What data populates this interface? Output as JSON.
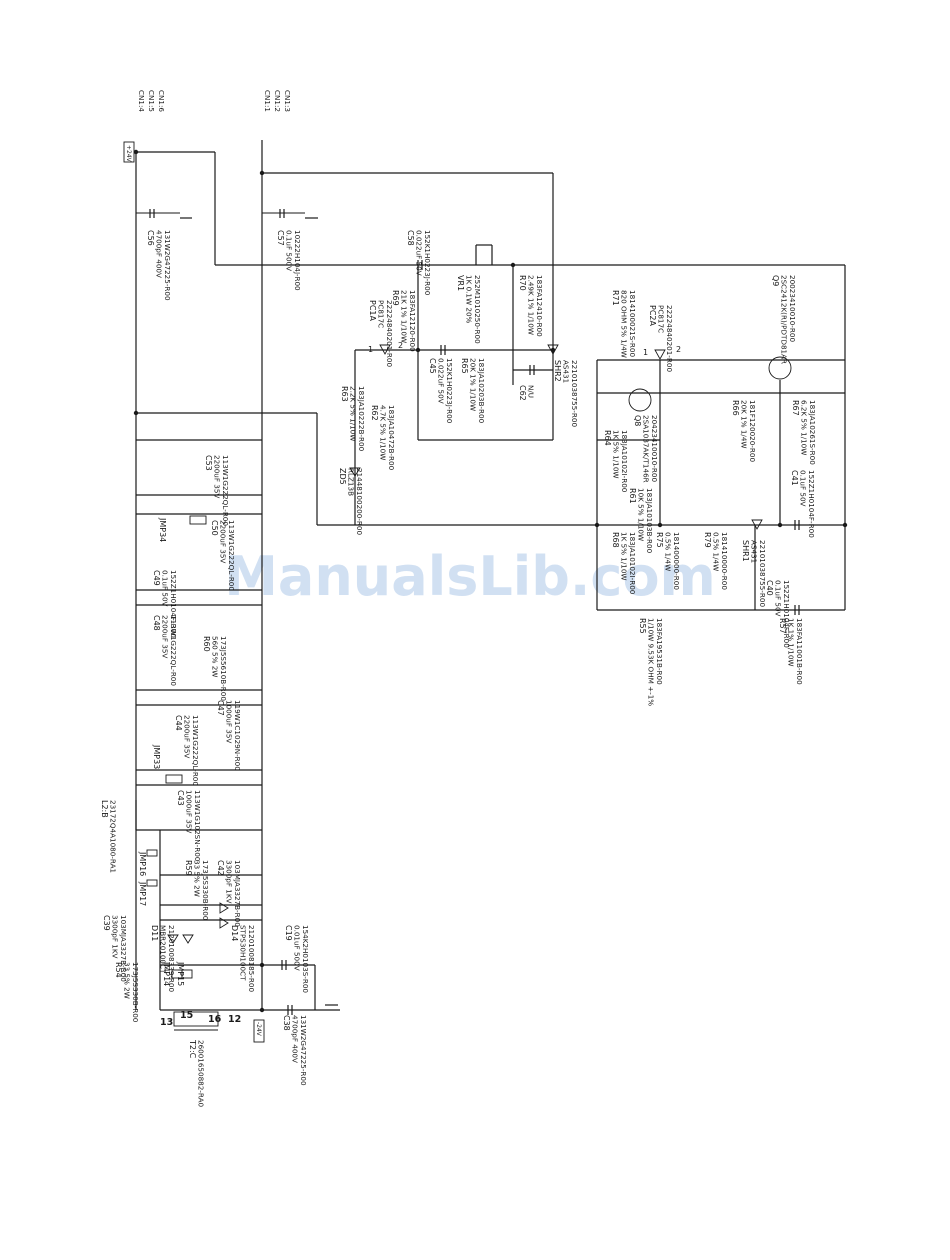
{
  "watermark": "ManualsLib.com",
  "connectors": {
    "cn1_left": [
      "CN1:4",
      "CN1:5",
      "CN1:6"
    ],
    "cn1_right": [
      "CN1:1",
      "CN1:2",
      "CN1:3"
    ],
    "plus_rail": "+24V",
    "minus_rail": "-24V"
  },
  "components": [
    {
      "id": "c56",
      "lines": [
        "C56",
        "4700pF 400V",
        "131W2G47225-R00"
      ]
    },
    {
      "id": "c57",
      "lines": [
        "C57",
        "0.1uF 500V",
        "10222H104J-R00"
      ]
    },
    {
      "id": "c58",
      "lines": [
        "C58",
        "0.022uF 50V",
        "152K1H0223J-R00"
      ]
    },
    {
      "id": "r69",
      "lines": [
        "R69",
        "21K 1% 1/10W",
        "183FA12120-R00"
      ]
    },
    {
      "id": "vr1",
      "lines": [
        "VR1",
        "1K 0.1W 20%",
        "252M1010250-R00"
      ]
    },
    {
      "id": "r70",
      "lines": [
        "R70",
        "2.49K 1% 1/10W",
        "183FA12410-R00"
      ]
    },
    {
      "id": "pc1a",
      "lines": [
        "PC1A",
        "PC817C",
        "22224840201-R00"
      ]
    },
    {
      "id": "c45",
      "lines": [
        "C45",
        "0.022uF 50V",
        "152K1H0223J-R00"
      ]
    },
    {
      "id": "r65",
      "lines": [
        "R65",
        "20K 1% 1/10W",
        "183JA10203B-R00"
      ]
    },
    {
      "id": "c62",
      "lines": [
        "C62",
        "N/U"
      ]
    },
    {
      "id": "shr2",
      "lines": [
        "SHR2",
        "AS431",
        "22101038755-R00"
      ]
    },
    {
      "id": "r63",
      "lines": [
        "R63",
        "2.2K 5% 1/10W",
        "183JA10222B-R00"
      ]
    },
    {
      "id": "r62",
      "lines": [
        "R62",
        "4.7K 5% 1/10W",
        "183JA10472B-R00"
      ]
    },
    {
      "id": "zd5",
      "lines": [
        "ZD5",
        "RLZ13B",
        "21448100200-R00"
      ]
    },
    {
      "id": "r71",
      "lines": [
        "R71",
        "820 OHM 5% 1/4W",
        "1814100021S-R00"
      ]
    },
    {
      "id": "pc2a",
      "lines": [
        "PC2A",
        "PC817C",
        "22224840201-R00"
      ]
    },
    {
      "id": "q9",
      "lines": [
        "Q9",
        "2SC2412K(R)/PDTD81AR",
        "20023410010-R00"
      ]
    },
    {
      "id": "q8",
      "lines": [
        "Q8",
        "2SA1037AK/T146R",
        "20423410010-R00"
      ]
    },
    {
      "id": "r66",
      "lines": [
        "R66",
        "20K 1% 1/4W",
        "181F120020-R00"
      ]
    },
    {
      "id": "r67",
      "lines": [
        "R67",
        "6.2K 5% 1/10W",
        "183JA10261S-R00"
      ]
    },
    {
      "id": "c41",
      "lines": [
        "C41",
        "0.1uF 50V",
        "152Z1H0104F-R00"
      ]
    },
    {
      "id": "r64",
      "lines": [
        "R64",
        "1K 5% 1/10W",
        "183JA10102I-R00"
      ]
    },
    {
      "id": "r61",
      "lines": [
        "R61",
        "10K 5% 1/10W",
        "183JA10103B-R00"
      ]
    },
    {
      "id": "r68",
      "lines": [
        "R68",
        "1K 5% 1/10W",
        "183JA10102I-R00"
      ]
    },
    {
      "id": "r75",
      "lines": [
        "R75",
        "0.5% 1/4W",
        "181400000-R00"
      ]
    },
    {
      "id": "r79",
      "lines": [
        "R79",
        "0.5% 1/4W",
        "181410000-R00"
      ]
    },
    {
      "id": "shr1",
      "lines": [
        "SHR1",
        "AS431",
        "22101038755-R00"
      ]
    },
    {
      "id": "c40",
      "lines": [
        "C40",
        "0.1uF 50V",
        "152Z1H0104F-R00"
      ]
    },
    {
      "id": "r55",
      "lines": [
        "R55",
        "1/10W 9.53K OHM +-1%",
        "183FA19531B-R00"
      ]
    },
    {
      "id": "r57",
      "lines": [
        "R57",
        "1K 1% 1/10W",
        "183FA11001B-R00"
      ]
    },
    {
      "id": "c53",
      "lines": [
        "C53",
        "2200uF 35V",
        "113W1G222QL-R00"
      ]
    },
    {
      "id": "jmp34",
      "lines": [
        "JMP34"
      ]
    },
    {
      "id": "c49",
      "lines": [
        "C49",
        "0.1uF 50V",
        "152Z1H0104F-R00"
      ]
    },
    {
      "id": "c50",
      "lines": [
        "C50",
        "2200uF 35V",
        "113W1G222QL-R00"
      ]
    },
    {
      "id": "c48",
      "lines": [
        "C48",
        "2200uF 35V",
        "113W1G222QL-R00"
      ]
    },
    {
      "id": "r60",
      "lines": [
        "R60",
        "560 5% 2W",
        "173J5S5610B-R00"
      ]
    },
    {
      "id": "c44",
      "lines": [
        "C44",
        "2200uF 35V",
        "113W1G222QL-R00"
      ]
    },
    {
      "id": "c47",
      "lines": [
        "C47",
        "1000uF 35V",
        "119W1C1029N-R00"
      ]
    },
    {
      "id": "jmp33",
      "lines": [
        "JMP33"
      ]
    },
    {
      "id": "c43",
      "lines": [
        "C43",
        "1000uF 35V",
        "113W1G102SN-R00"
      ]
    },
    {
      "id": "l2b",
      "lines": [
        "L2:B",
        "23172Q4A1080-RA1"
      ]
    },
    {
      "id": "jmp16",
      "lines": [
        "JMP16"
      ]
    },
    {
      "id": "jmp17",
      "lines": [
        "JMP17"
      ]
    },
    {
      "id": "r59",
      "lines": [
        "R59",
        "33 5% 2W",
        "173J5S330B-R00"
      ]
    },
    {
      "id": "c42",
      "lines": [
        "C42",
        "3300pF 1KV",
        "103MJA3327B-R00"
      ]
    },
    {
      "id": "c39",
      "lines": [
        "C39",
        "3300pF 1KV",
        "103MJA3327B-R00"
      ]
    },
    {
      "id": "r54",
      "lines": [
        "R54",
        "33 5% 2W",
        "173J5S330B-R00"
      ]
    },
    {
      "id": "jmp14",
      "lines": [
        "JMP14"
      ]
    },
    {
      "id": "jmp15",
      "lines": [
        "JMP15"
      ]
    },
    {
      "id": "d11",
      "lines": [
        "D11",
        "MBR20100CT",
        "21201008339-R00"
      ]
    },
    {
      "id": "d14",
      "lines": [
        "D14",
        "STPS30H100CT",
        "21201008185-R00"
      ]
    },
    {
      "id": "c19",
      "lines": [
        "C19",
        "0.01uF 500V",
        "154K2H0103S-R00"
      ]
    },
    {
      "id": "c38",
      "lines": [
        "C38",
        "4700pF 400V",
        "131W2G47225-R00"
      ]
    },
    {
      "id": "t2c",
      "lines": [
        "T2:C",
        "26001650882-RA0"
      ]
    }
  ],
  "pins": {
    "t13": "13",
    "t15": "15",
    "t16": "16",
    "t12": "12",
    "pc1_1": "1",
    "pc1_2": "2",
    "pc2_1": "1",
    "pc2_2": "2"
  }
}
